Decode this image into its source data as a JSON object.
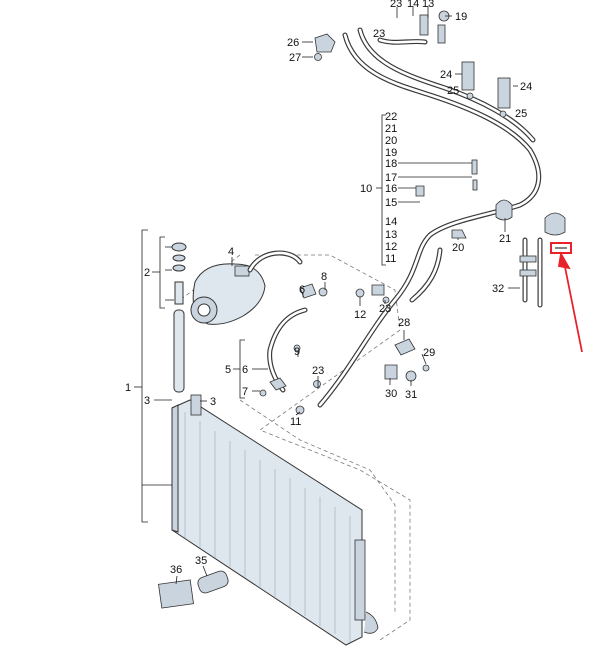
{
  "callouts": [
    {
      "id": "c23a",
      "text": "23"
    },
    {
      "id": "c14",
      "text": "14"
    },
    {
      "id": "c13a",
      "text": "13"
    },
    {
      "id": "c19",
      "text": "19"
    },
    {
      "id": "c26",
      "text": "26"
    },
    {
      "id": "c23b",
      "text": "23"
    },
    {
      "id": "c27",
      "text": "27"
    },
    {
      "id": "c24a",
      "text": "24"
    },
    {
      "id": "c25a",
      "text": "25"
    },
    {
      "id": "c24b",
      "text": "24"
    },
    {
      "id": "c25b",
      "text": "25"
    },
    {
      "id": "c22",
      "text": "22"
    },
    {
      "id": "c21a",
      "text": "21"
    },
    {
      "id": "c20a",
      "text": "20"
    },
    {
      "id": "c19b",
      "text": "19"
    },
    {
      "id": "c18",
      "text": "18"
    },
    {
      "id": "c17",
      "text": "17"
    },
    {
      "id": "c10",
      "text": "10"
    },
    {
      "id": "c16",
      "text": "16"
    },
    {
      "id": "c15",
      "text": "15"
    },
    {
      "id": "c14b",
      "text": "14"
    },
    {
      "id": "c13b",
      "text": "13"
    },
    {
      "id": "c12a",
      "text": "12"
    },
    {
      "id": "c11a",
      "text": "11"
    },
    {
      "id": "c21b",
      "text": "21"
    },
    {
      "id": "c20b",
      "text": "20"
    },
    {
      "id": "c32",
      "text": "32"
    },
    {
      "id": "c4",
      "text": "4"
    },
    {
      "id": "c2",
      "text": "2"
    },
    {
      "id": "c8",
      "text": "8"
    },
    {
      "id": "c6a",
      "text": "6"
    },
    {
      "id": "c12b",
      "text": "12"
    },
    {
      "id": "c23c",
      "text": "23"
    },
    {
      "id": "c28",
      "text": "28"
    },
    {
      "id": "c29",
      "text": "29"
    },
    {
      "id": "c30",
      "text": "30"
    },
    {
      "id": "c31",
      "text": "31"
    },
    {
      "id": "c5",
      "text": "5"
    },
    {
      "id": "c6b",
      "text": "6"
    },
    {
      "id": "c9",
      "text": "9"
    },
    {
      "id": "c23d",
      "text": "23"
    },
    {
      "id": "c1",
      "text": "1"
    },
    {
      "id": "c3a",
      "text": "3"
    },
    {
      "id": "c7",
      "text": "7"
    },
    {
      "id": "c3b",
      "text": "3"
    },
    {
      "id": "c11b",
      "text": "11"
    },
    {
      "id": "c36",
      "text": "36"
    },
    {
      "id": "c35",
      "text": "35"
    }
  ],
  "highlight": {
    "color": "#e8222a"
  }
}
